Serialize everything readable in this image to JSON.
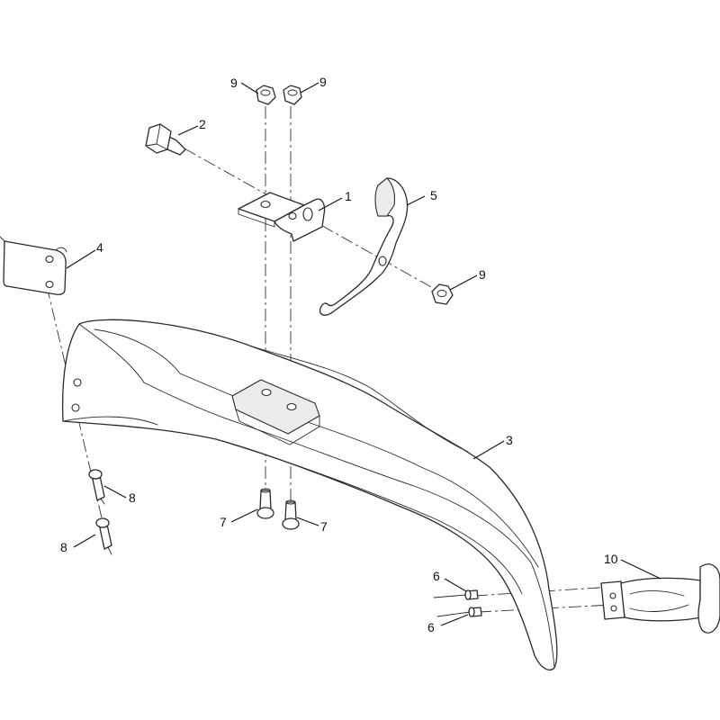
{
  "callouts": {
    "c1": "1",
    "c2": "2",
    "c3": "3",
    "c4": "4",
    "c5": "5",
    "c6a": "6",
    "c6b": "6",
    "c7a": "7",
    "c7b": "7",
    "c8a": "8",
    "c8b": "8",
    "c9a": "9",
    "c9b": "9",
    "c9c": "9",
    "c10": "10"
  },
  "colors": {
    "line": "#2a2a2a",
    "background": "#ffffff",
    "shade": "#ececec"
  }
}
